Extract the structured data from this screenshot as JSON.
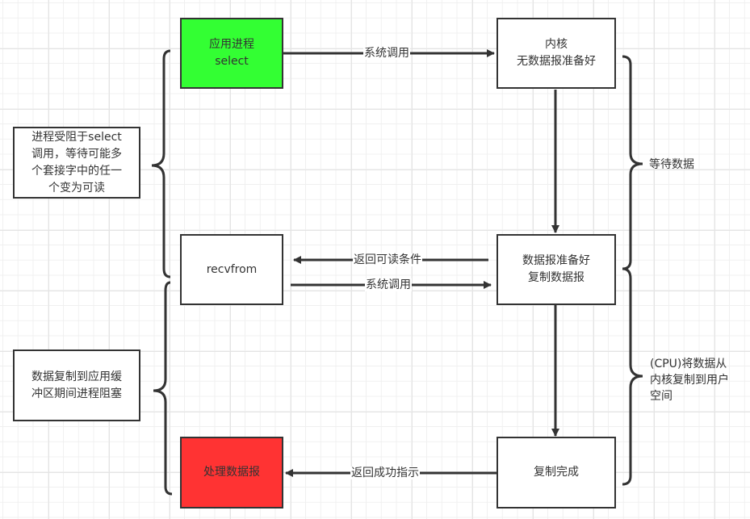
{
  "diagram": {
    "title": "select I/O multiplexing model",
    "colors": {
      "stroke": "#333333",
      "select_fill": "#33ff33",
      "process_fill": "#ff3333",
      "default_fill": "#ffffff"
    },
    "nodes": {
      "app_select": "应用进程\nselect",
      "kernel_no_data": "内核\n无数据报准备好",
      "recvfrom": "recvfrom",
      "data_ready": "数据报准备好\n复制数据报",
      "process_data": "处理数据报",
      "copy_done": "复制完成"
    },
    "notes": {
      "blocked_select": "进程受阻于select\n调用，等待可能多\n个套接字中的任一\n个变为可读",
      "blocked_copy": "数据复制到应用缓\n冲区期间进程阻塞"
    },
    "edges": {
      "syscall_1": "系统调用",
      "return_readable": "返回可读条件",
      "syscall_2": "系统调用",
      "return_success": "返回成功指示"
    },
    "brackets": {
      "wait_data": "等待数据",
      "copy_data": "(CPU)将数据从\n内核复制到用户\n空间"
    }
  }
}
